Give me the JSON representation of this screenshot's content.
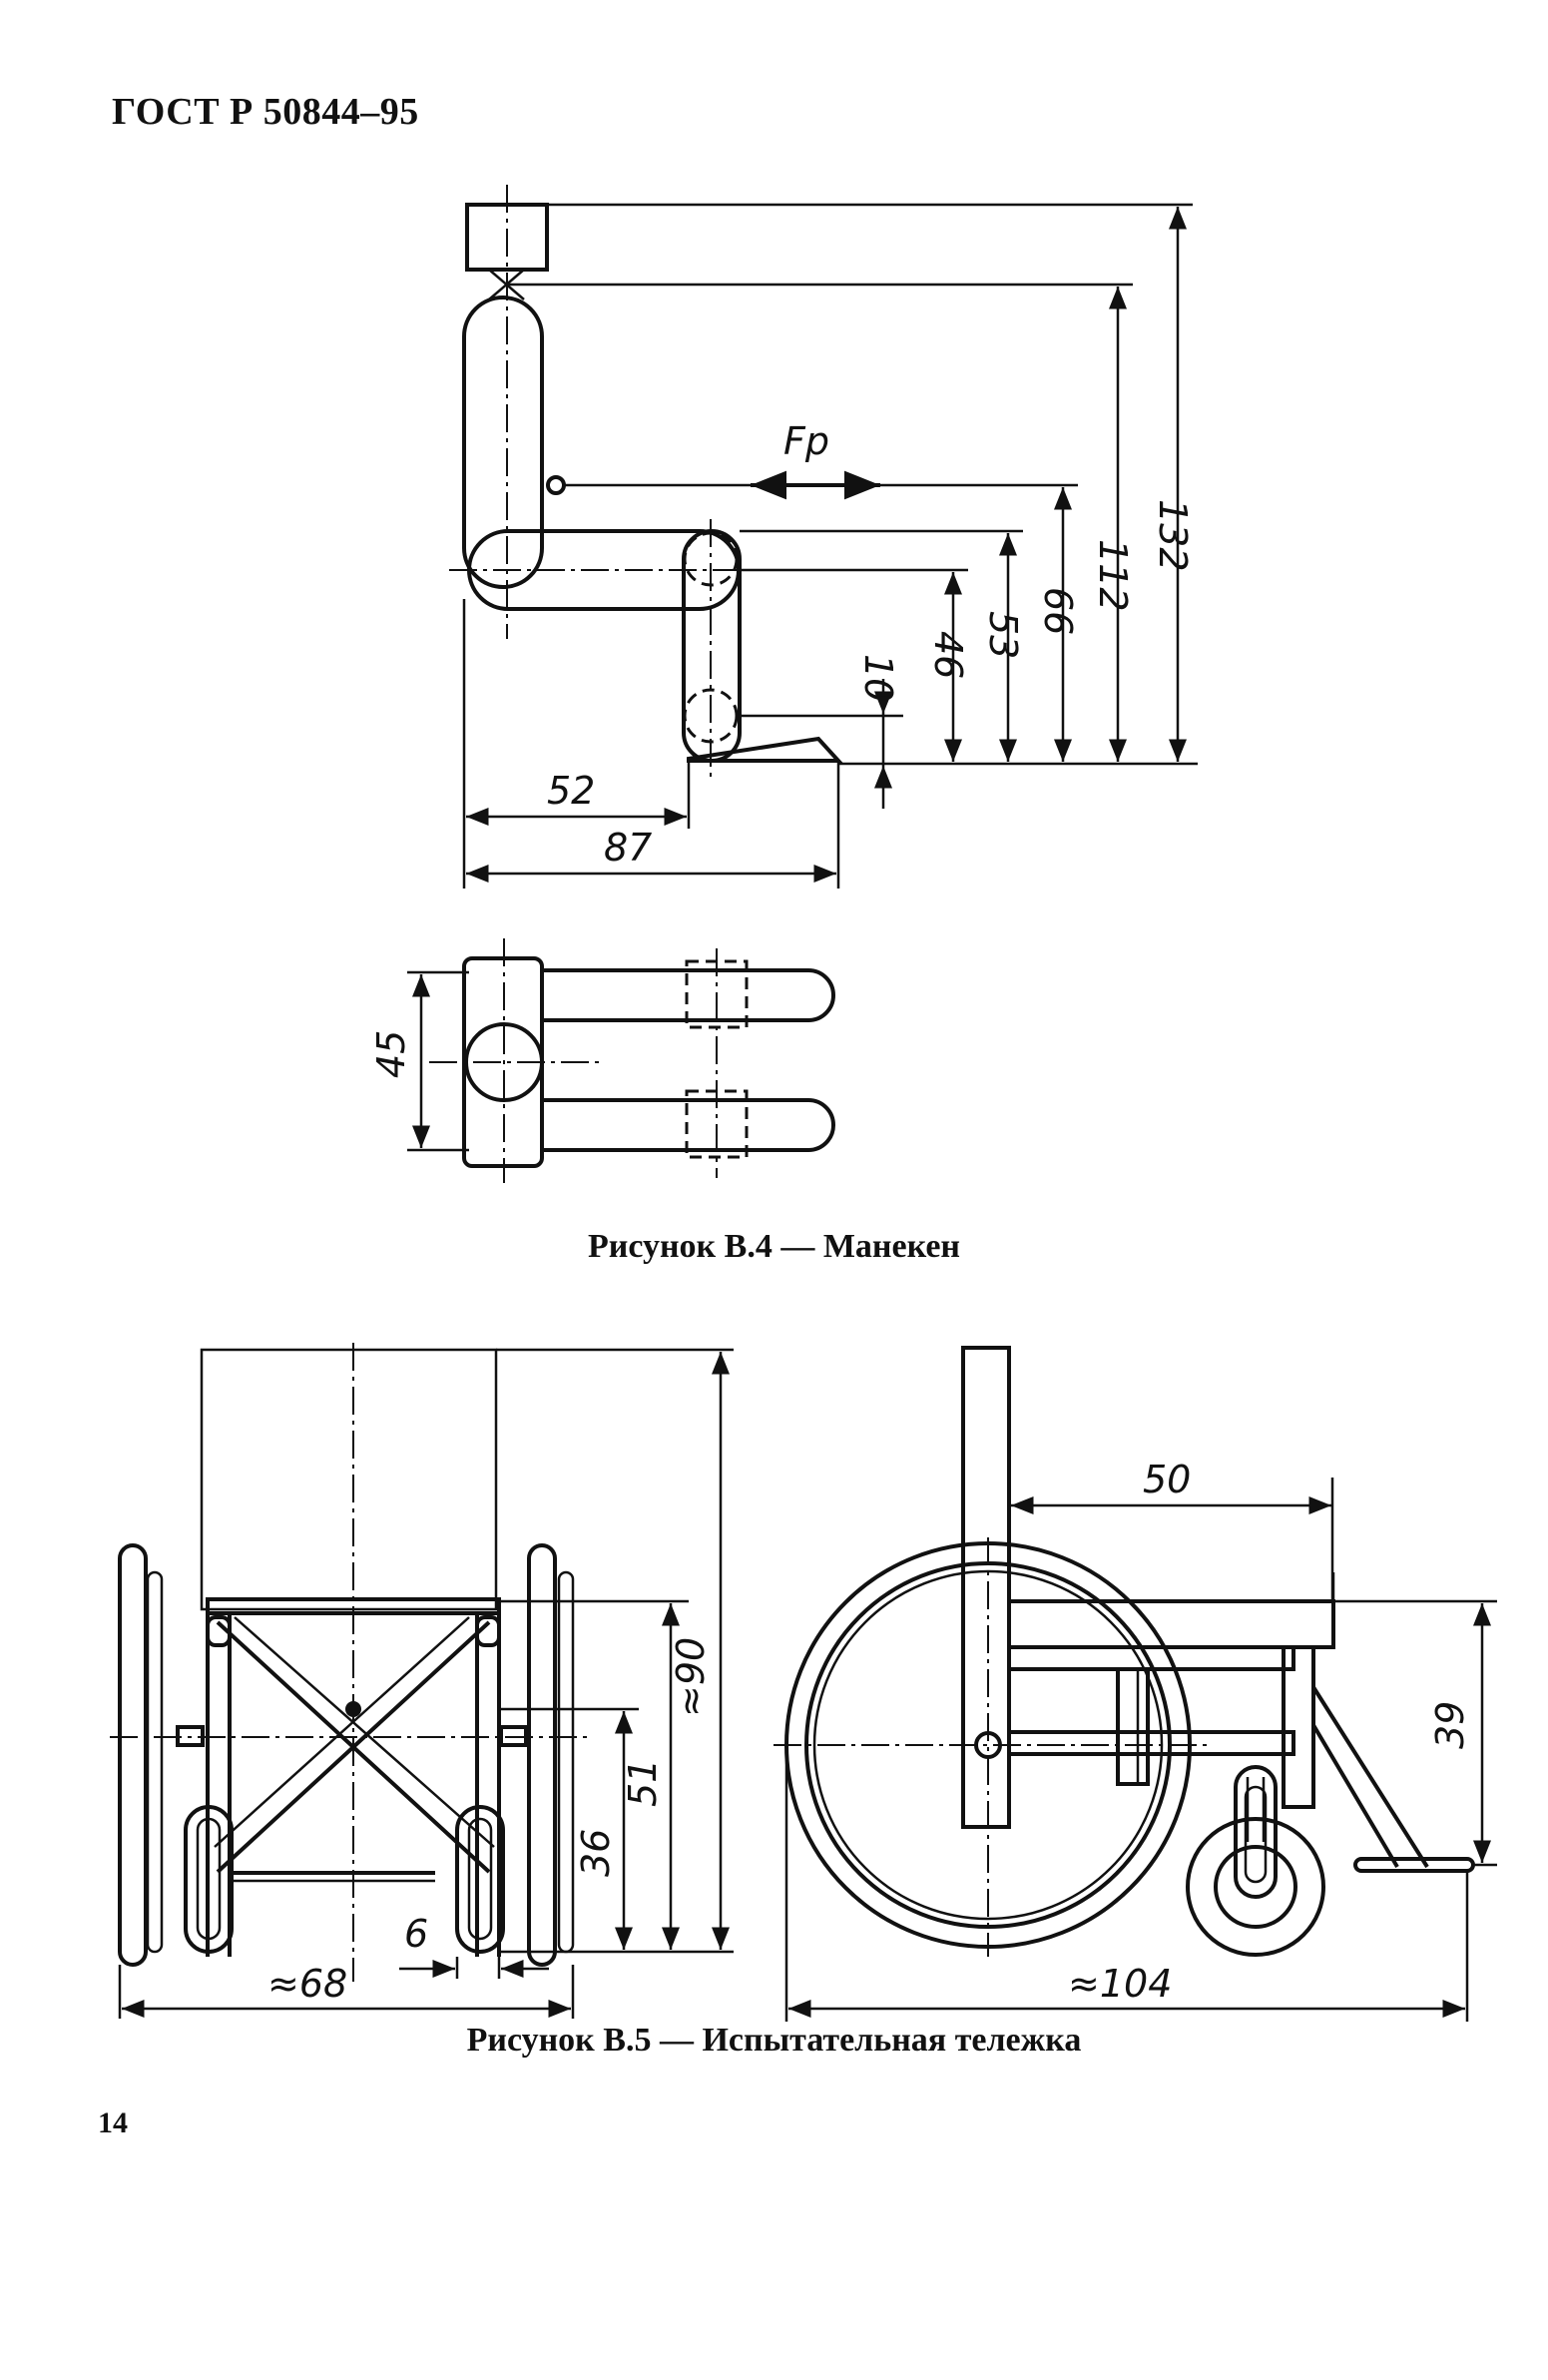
{
  "header": {
    "standard_code": "ГОСТ Р 50844–95"
  },
  "figure_b4": {
    "caption": "Рисунок В.4 — Манекен",
    "force_label": "Fp",
    "dimensions": {
      "d132": "132",
      "d112": "112",
      "d66": "66",
      "d53": "53",
      "d46": "46",
      "d10": "10",
      "d52": "52",
      "d87": "87",
      "d45": "45"
    }
  },
  "figure_b5": {
    "caption": "Рисунок В.5 — Испытательная тележка",
    "dimensions": {
      "d90": "≈90",
      "d51": "51",
      "d36": "36",
      "d6": "6",
      "d68": "≈68",
      "d50": "50",
      "d39": "39",
      "d104": "≈104"
    }
  },
  "footer": {
    "page_number": "14"
  }
}
